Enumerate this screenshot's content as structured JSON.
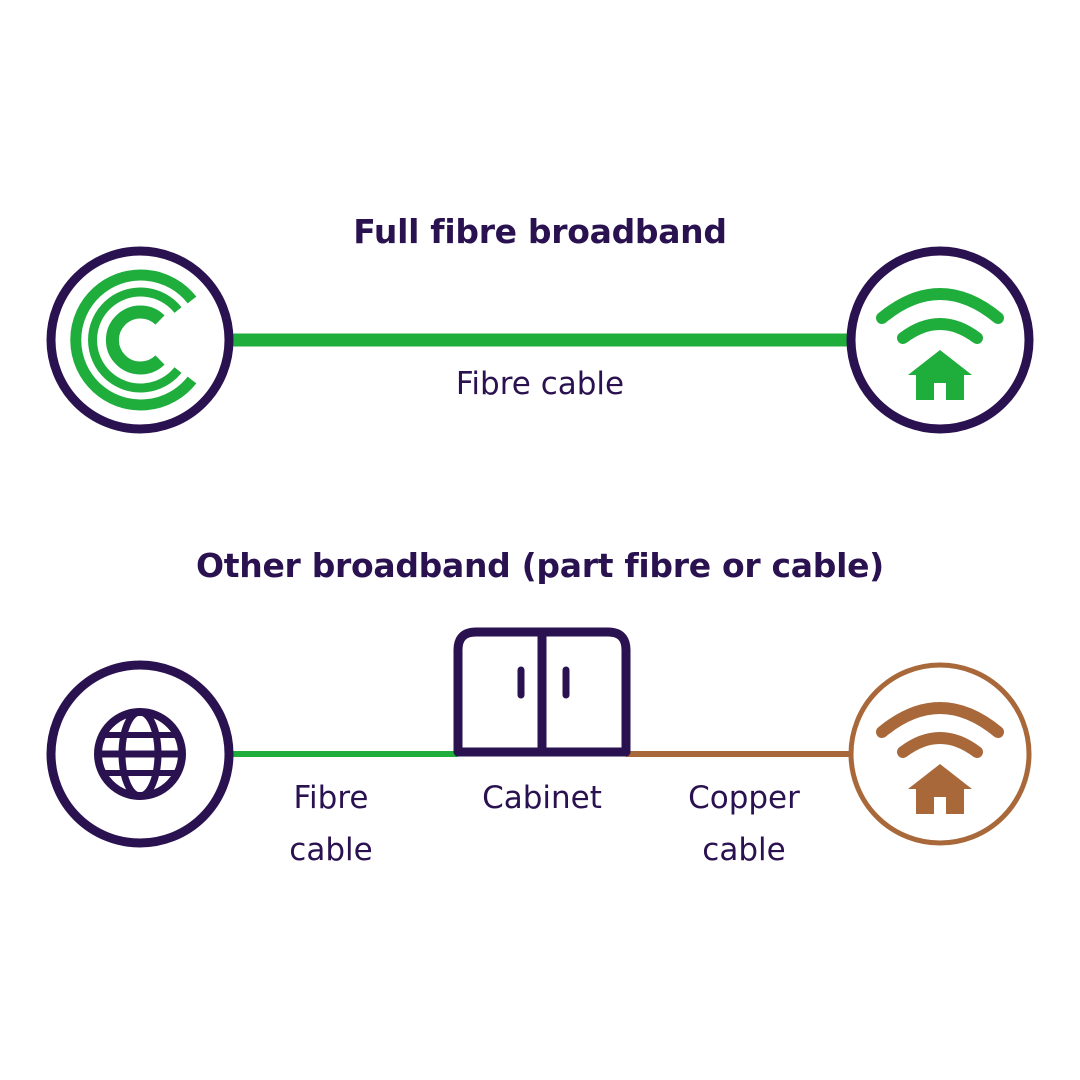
{
  "full_fibre": {
    "title": "Full fibre broadband",
    "cable_label": "Fibre cable",
    "start_icon": "provider-logo-icon",
    "end_icon": "home-wifi-icon"
  },
  "other": {
    "title": "Other broadband (part fibre or cable)",
    "fibre_label_line1": "Fibre",
    "fibre_label_line2": "cable",
    "cabinet_label": "Cabinet",
    "copper_label_line1": "Copper",
    "copper_label_line2": "cable",
    "start_icon": "globe-icon",
    "mid_icon": "cabinet-icon",
    "end_icon": "home-wifi-icon"
  },
  "colors": {
    "text": "#2a1250",
    "fibre": "#1fae3c",
    "copper": "#a8683a",
    "background": "#ffffff"
  }
}
